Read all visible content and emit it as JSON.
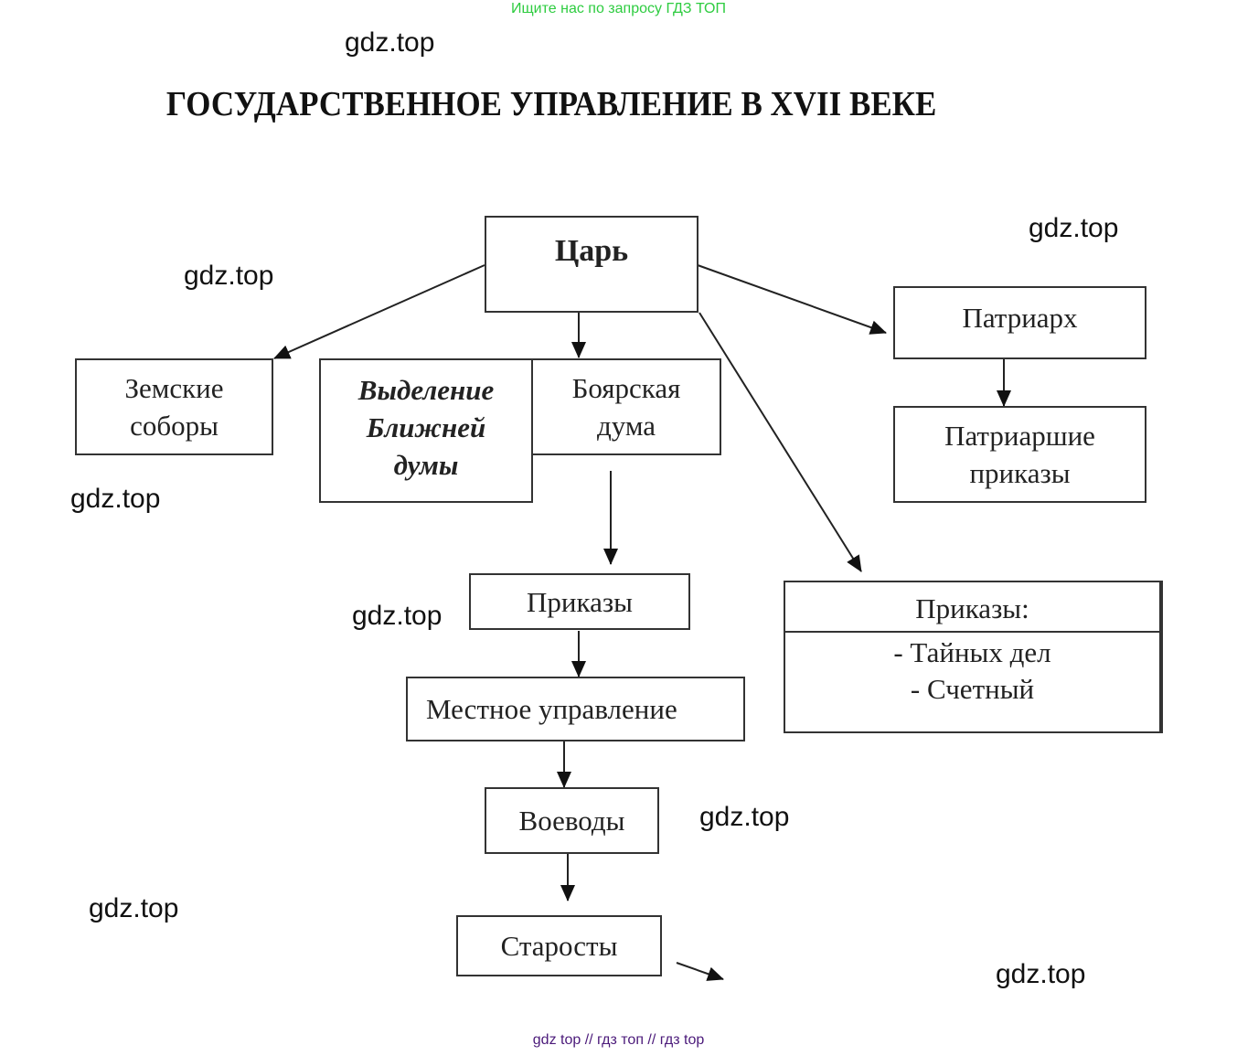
{
  "banner": "Ищите нас по запросу ГДЗ ТОП",
  "title": "ГОСУДАРСТВЕННОЕ УПРАВЛЕНИЕ В XVII ВЕКЕ",
  "watermark": "gdz.top",
  "footer": "gdz top  //  гдз топ  //  гдз top",
  "nodes": {
    "tsar": [
      "Царь"
    ],
    "zemskie": [
      "Земские",
      "соборы"
    ],
    "blizhnyaya": [
      "Выделение",
      "Ближней",
      "думы"
    ],
    "boyarskaya": [
      "Боярская",
      "дума"
    ],
    "patriarch": [
      "Патриарх"
    ],
    "patriarch_prikazy": [
      "Патриаршие",
      "приказы"
    ],
    "prikazy": [
      "Приказы"
    ],
    "prikazy_special": {
      "header": "Приказы:",
      "items": [
        "- Тайных дел",
        "- Счетный"
      ]
    },
    "local": [
      "Местное управление"
    ],
    "voevody": [
      "Воеводы"
    ],
    "starosty": [
      "Старосты"
    ]
  }
}
